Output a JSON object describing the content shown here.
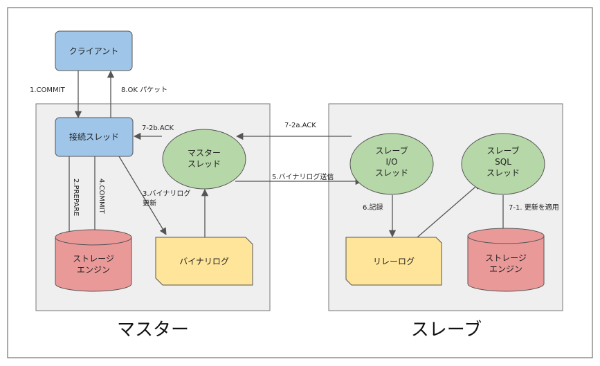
{
  "regions": {
    "master": {
      "title": "マスター"
    },
    "slave": {
      "title": "スレーブ"
    }
  },
  "nodes": {
    "client": {
      "label": "クライアント"
    },
    "connection_thread": {
      "label": "接続スレッド"
    },
    "master_thread": {
      "line1": "マスター",
      "line2": "スレッド"
    },
    "master_storage": {
      "line1": "ストレージ",
      "line2": "エンジン"
    },
    "binary_log": {
      "label": "バイナリログ"
    },
    "slave_io_thread": {
      "line1": "スレーブ",
      "line2": "I/O",
      "line3": "スレッド"
    },
    "slave_sql_thread": {
      "line1": "スレーブ",
      "line2": "SQL",
      "line3": "スレッド"
    },
    "relay_log": {
      "label": "リレーログ"
    },
    "slave_storage": {
      "line1": "ストレージ",
      "line2": "エンジン"
    }
  },
  "edges": {
    "commit_1": "1.COMMIT",
    "ok_packet_8": "8.OK パケット",
    "prepare_2": "2.PREPARE",
    "commit_4": "4.COMMIT",
    "binlog_update_3_line1": "3.バイナリログ",
    "binlog_update_3_line2": "更新",
    "ack_7_2b": "7-2b.ACK",
    "ack_7_2a": "7-2a.ACK",
    "binlog_send_5": "5.バイナリログ送信",
    "record_6": "6.記録",
    "apply_update_7_1": "7-1. 更新を適用"
  },
  "colors": {
    "client_blue": "#9fc5e8",
    "thread_green": "#b6d7a8",
    "storage_red": "#ea9999",
    "log_yellow": "#ffe599",
    "region_gray": "#efefef"
  }
}
